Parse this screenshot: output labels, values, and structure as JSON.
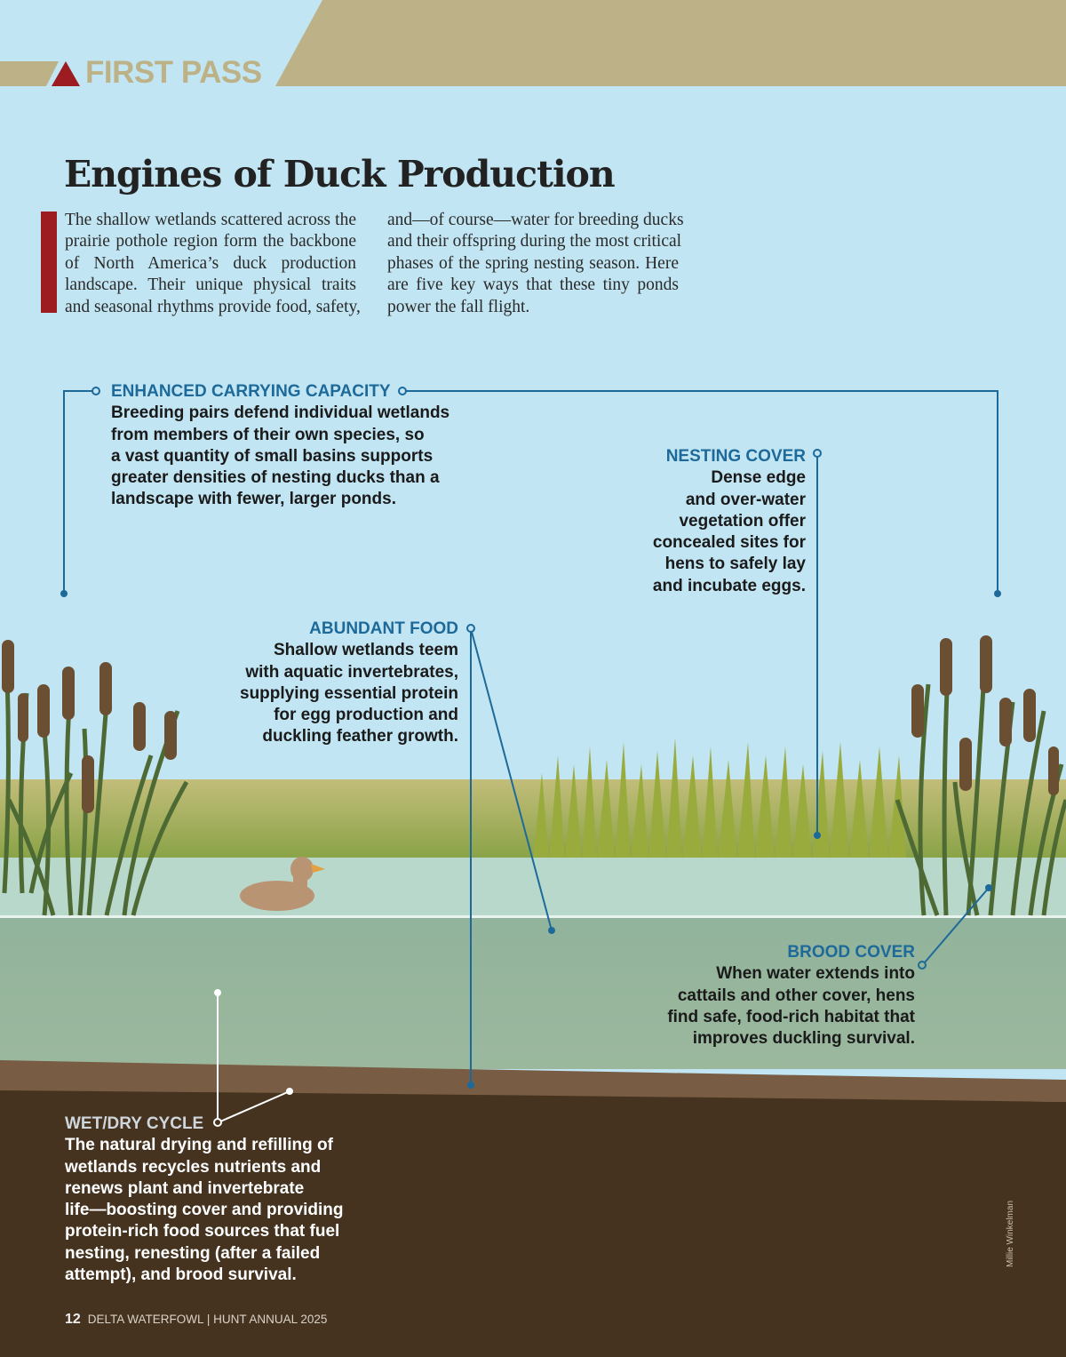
{
  "header": {
    "section": "FIRST PASS",
    "colors": {
      "tan": "#bdb287",
      "red": "#9c1c22",
      "sky": "#c1e5f2"
    }
  },
  "title": "Engines of Duck Production",
  "intro": {
    "col1": [
      "The shallow wetlands scattered across the",
      "prairie pothole region form the backbone",
      "of North America’s duck production",
      "landscape. Their unique physical traits",
      "and seasonal rhythms provide food, safety,"
    ],
    "col2": [
      "and—of course—water for breeding ducks",
      "and their offspring during the most critical",
      "phases of the spring nesting season. Here",
      "are five key ways that these tiny ponds",
      "power the fall flight."
    ]
  },
  "callouts": {
    "carrying": {
      "label": "ENHANCED CARRYING CAPACITY",
      "lines": [
        "Breeding pairs defend individual wetlands",
        "from members of their own species, so",
        "a vast quantity of small basins supports",
        "greater densities of nesting ducks than a",
        "landscape with fewer, larger ponds."
      ]
    },
    "nesting": {
      "label": "NESTING COVER",
      "lines": [
        "Dense edge",
        "and over-water",
        "vegetation offer",
        "concealed sites for",
        "hens to safely lay",
        "and incubate eggs."
      ]
    },
    "food": {
      "label": "ABUNDANT FOOD",
      "lines": [
        "Shallow wetlands teem",
        "with aquatic invertebrates,",
        "supplying essential protein",
        "for egg production and",
        "duckling feather growth."
      ]
    },
    "brood": {
      "label": "BROOD COVER",
      "lines": [
        "When water extends into",
        "cattails and other cover, hens",
        "find safe, food-rich habitat that",
        "improves duckling survival."
      ]
    },
    "wetdry": {
      "label": "WET/DRY CYCLE",
      "lines": [
        "The natural drying and refilling of",
        "wetlands recycles nutrients and",
        "renews plant and invertebrate",
        "life—boosting cover and providing",
        "protein-rich food sources that fuel",
        "nesting, renesting (after a failed",
        "attempt), and brood survival."
      ]
    }
  },
  "footer": {
    "page": "12",
    "publication": "DELTA WATERFOWL",
    "separator": "|",
    "issue": "HUNT ANNUAL 2025"
  },
  "credit": "Millie Winkelman",
  "colors": {
    "callout_label": "#1d6a9a",
    "ground": "#45331f",
    "water": "#95b49c"
  }
}
